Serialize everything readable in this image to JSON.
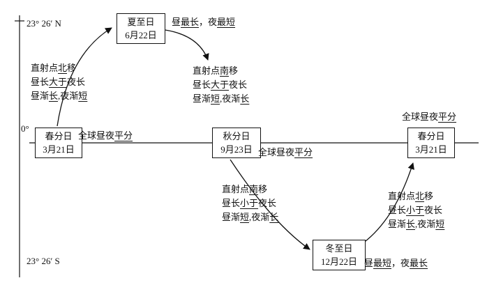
{
  "axis": {
    "north_label": "23° 26′ N",
    "equator_label": "0°",
    "south_label": "23° 26′ S"
  },
  "boxes": {
    "spring_left": {
      "line1": "春分日",
      "line2": "3月21日"
    },
    "summer": {
      "line1": "夏至日",
      "line2": "6月22日"
    },
    "autumn": {
      "line1": "秋分日",
      "line2": "9月23日"
    },
    "winter": {
      "line1": "冬至日",
      "line2": "12月22日"
    },
    "spring_right": {
      "line1": "春分日",
      "line2": "3月21日"
    }
  },
  "annotations": {
    "ascend_north_upper": {
      "lines": [
        [
          {
            "t": "直射点"
          },
          {
            "t": "北",
            "u": true
          },
          {
            "t": "移"
          }
        ],
        [
          {
            "t": "昼长"
          },
          {
            "t": "大于",
            "u": true
          },
          {
            "t": "夜长"
          }
        ],
        [
          {
            "t": "昼渐"
          },
          {
            "t": "长",
            "u": true
          },
          {
            "t": ",夜渐"
          },
          {
            "t": "短",
            "u": true
          }
        ]
      ]
    },
    "summer_note": [
      {
        "t": "昼"
      },
      {
        "t": "最长",
        "u": true
      },
      {
        "t": "，夜"
      },
      {
        "t": "最短",
        "u": true
      }
    ],
    "descend_south_upper": {
      "lines": [
        [
          {
            "t": "直射点"
          },
          {
            "t": "南",
            "u": true
          },
          {
            "t": "移"
          }
        ],
        [
          {
            "t": "昼长"
          },
          {
            "t": "大于",
            "u": true
          },
          {
            "t": "夜长"
          }
        ],
        [
          {
            "t": "昼渐"
          },
          {
            "t": "短",
            "u": true
          },
          {
            "t": ",夜渐"
          },
          {
            "t": "长",
            "u": true
          }
        ]
      ]
    },
    "equinox_note_left": [
      {
        "t": "全球昼夜"
      },
      {
        "t": "平分",
        "u": true
      }
    ],
    "equinox_note_mid": [
      {
        "t": "全球昼夜"
      },
      {
        "t": "平分",
        "u": true
      }
    ],
    "equinox_note_right": [
      {
        "t": "全球昼夜"
      },
      {
        "t": "平分",
        "u": true
      }
    ],
    "descend_south_lower": {
      "lines": [
        [
          {
            "t": "直射点"
          },
          {
            "t": "南",
            "u": true
          },
          {
            "t": "移"
          }
        ],
        [
          {
            "t": "昼长"
          },
          {
            "t": "小于",
            "u": true
          },
          {
            "t": "夜长"
          }
        ],
        [
          {
            "t": "昼渐"
          },
          {
            "t": "短",
            "u": true
          },
          {
            "t": ",夜渐"
          },
          {
            "t": "长",
            "u": true
          }
        ]
      ]
    },
    "ascend_north_lower": {
      "lines": [
        [
          {
            "t": "直射点"
          },
          {
            "t": "北",
            "u": true
          },
          {
            "t": "移"
          }
        ],
        [
          {
            "t": "昼长"
          },
          {
            "t": "小于",
            "u": true
          },
          {
            "t": "夜长"
          }
        ],
        [
          {
            "t": "昼渐"
          },
          {
            "t": "长",
            "u": true
          },
          {
            "t": ",夜渐"
          },
          {
            "t": "短",
            "u": true
          }
        ]
      ]
    },
    "winter_note": [
      {
        "t": "昼"
      },
      {
        "t": "最短",
        "u": true
      },
      {
        "t": "，夜"
      },
      {
        "t": "最长",
        "u": true
      }
    ]
  },
  "colors": {
    "line": "#111111",
    "background": "#ffffff"
  }
}
